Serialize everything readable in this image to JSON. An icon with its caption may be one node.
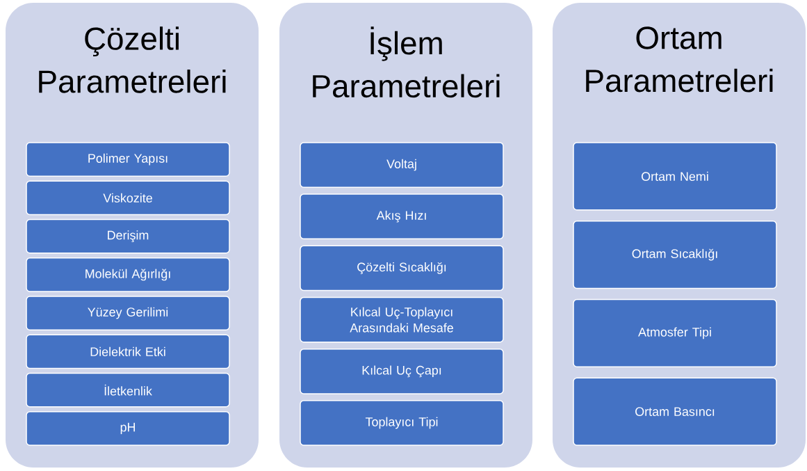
{
  "diagram": {
    "nodes": [
      {
        "text": [
          "Çözelti Parametreleri"
        ]
      },
      {
        "text": [
          "Polimer Yapısı"
        ],
        "in": 0
      },
      {
        "text": [
          "Viskozite"
        ],
        "in": 0
      },
      {
        "text": [
          "Derişim"
        ],
        "in": 0
      },
      {
        "text": [
          "Molekül Ağırlığı"
        ],
        "in": 0
      },
      {
        "text": [
          "Yüzey Gerilimi"
        ],
        "in": 0
      },
      {
        "text": [
          "Dielektrik Etki"
        ],
        "in": 0
      },
      {
        "text": [
          "İletkenlik"
        ],
        "in": 0
      },
      {
        "text": [
          "pH"
        ],
        "in": 0
      },
      {
        "text": [
          "İşlem Parametreleri"
        ]
      },
      {
        "text": [
          "Voltaj"
        ],
        "in": 9
      },
      {
        "text": [
          "Akış Hızı"
        ],
        "in": 9
      },
      {
        "text": [
          "Çözelti Sıcaklığı"
        ],
        "in": 9
      },
      {
        "text": [
          "Kılcal Uç-Toplayıcı Arasındaki Mesafe"
        ],
        "in": 9
      },
      {
        "text": [
          "Kılcal Uç Çapı"
        ],
        "in": 9
      },
      {
        "text": [
          "Toplayıcı Tipi"
        ],
        "in": 9
      },
      {
        "text": [
          "Ortam Parametreleri"
        ]
      },
      {
        "text": [
          "Ortam Nemi"
        ],
        "in": 16
      },
      {
        "text": [
          "Ortam Sıcaklığı"
        ],
        "in": 16
      },
      {
        "text": [
          "Atmosfer Tipi"
        ],
        "in": 16
      },
      {
        "text": [
          "Ortam Basıncı"
        ],
        "in": 16
      }
    ]
  }
}
